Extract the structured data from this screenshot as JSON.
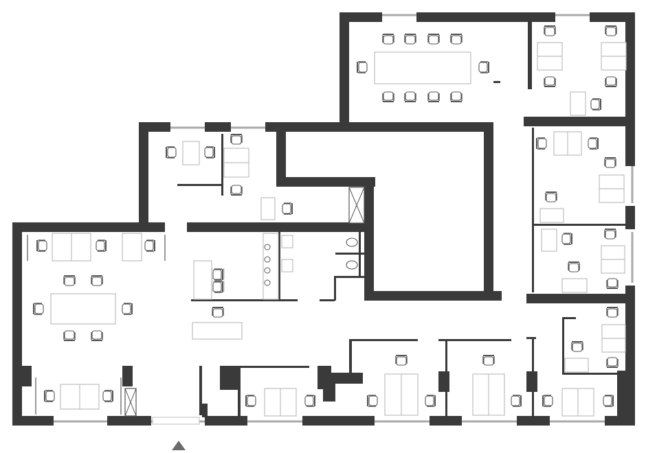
{
  "plan": {
    "wall_color": "#3a3a3a",
    "window_color": "#a9a9a9",
    "furniture_color": "#bdbdbd",
    "entrance_marker_color": "#6b6b6b",
    "entrance_marker_icon": "triangle-up",
    "rooms": [
      "conference-room",
      "open-office",
      "kitchen",
      "restrooms",
      "lift-shaft",
      "private-office"
    ]
  }
}
